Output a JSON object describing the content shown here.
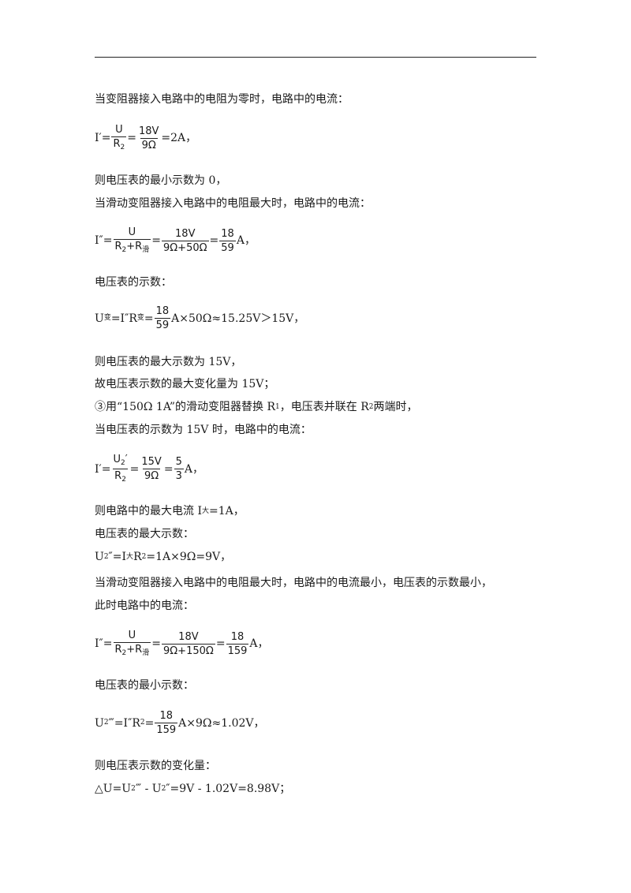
{
  "rule_color": "#222222",
  "lines": {
    "l1": "当变阻器接入电路中的电阻为零时，电路中的电流：",
    "e1": {
      "lhs": "I′=",
      "f1_num": "U",
      "f1_den_a": "R",
      "f1_den_sub": "2",
      "eq1": "=",
      "f2_num": "18V",
      "f2_den": "9Ω",
      "tail": "=2A，"
    },
    "l2": "则电压表的最小示数为 0，",
    "l3": "当滑动变阻器接入电路中的电阻最大时，电路中的电流：",
    "e2": {
      "lhs": "I″=",
      "f1_num": "U",
      "f1_den_a": "R",
      "f1_den_sub": "2",
      "f1_den_b": "+R",
      "f1_den_sub2": "滑",
      "eq1": "=",
      "f2_num": "18V",
      "f2_den": "9Ω+50Ω",
      "eq2": "=",
      "f3_num": "18",
      "f3_den": "59",
      "tail": "A，"
    },
    "l4": "电压表的示数：",
    "e3": {
      "lhs_a": "U ",
      "lhs_sub": "变",
      "lhs_b": "=I″R ",
      "lhs_sub2": "变",
      "eq1": "=",
      "f1_num": "18",
      "f1_den": "59",
      "tail": "A×50Ω≈15.25V＞15V，"
    },
    "l5": "则电压表的最大示数为 15V，",
    "l6": "故电压表示数的最大变化量为 15V；",
    "l7_a": "③用“150Ω  1A”的滑动变阻器替换 R",
    "l7_sub": "1",
    "l7_b": "，电压表并联在 R",
    "l7_sub2": "2",
    "l7_c": " 两端时，",
    "l8": "当电压表的示数为 15V 时，电路中的电流：",
    "e4": {
      "lhs": "I′=",
      "f1_num_a": "U",
      "f1_num_sub": "2",
      "f1_num_b": "′",
      "f1_den_a": "R",
      "f1_den_sub": "2",
      "eq1": "=",
      "f2_num": "15V",
      "f2_den": "9Ω",
      "eq2": "=",
      "f3_num": "5",
      "f3_den": "3",
      "tail": "A，"
    },
    "l9_a": "则电路中的最大电流 I ",
    "l9_sub": "大",
    "l9_b": "=1A，",
    "l10": "电压表的最大示数：",
    "l11_a": "U",
    "l11_sub": "2",
    "l11_b": "″=I ",
    "l11_sub2": "大",
    "l11_c": "R",
    "l11_sub3": "2",
    "l11_d": "=1A×9Ω=9V，",
    "l12": "当滑动变阻器接入电路中的电阻最大时，电路中的电流最小，电压表的示数最小，",
    "l13": "此时电路中的电流：",
    "e5": {
      "lhs": "I″=",
      "f1_num": "U",
      "f1_den_a": "R",
      "f1_den_sub": "2",
      "f1_den_b": "+R",
      "f1_den_sub2": "滑",
      "eq1": "=",
      "f2_num": "18V",
      "f2_den": "9Ω+150Ω",
      "eq2": "=",
      "f3_num": "18",
      "f3_den": "159",
      "tail": "A，"
    },
    "l14": "电压表的最小示数：",
    "e6": {
      "lhs_a": "U",
      "lhs_sub": "2",
      "lhs_b": "‴=I″R",
      "lhs_sub2": "2",
      "eq1": "=",
      "f1_num": "18",
      "f1_den": "159",
      "tail": "A×9Ω≈1.02V，"
    },
    "l15": "则电压表示数的变化量：",
    "l16_a": "△U=U",
    "l16_sub": "2",
    "l16_b": "‴ - U",
    "l16_sub2": "2",
    "l16_c": "″=9V - 1.02V=8.98V；"
  }
}
